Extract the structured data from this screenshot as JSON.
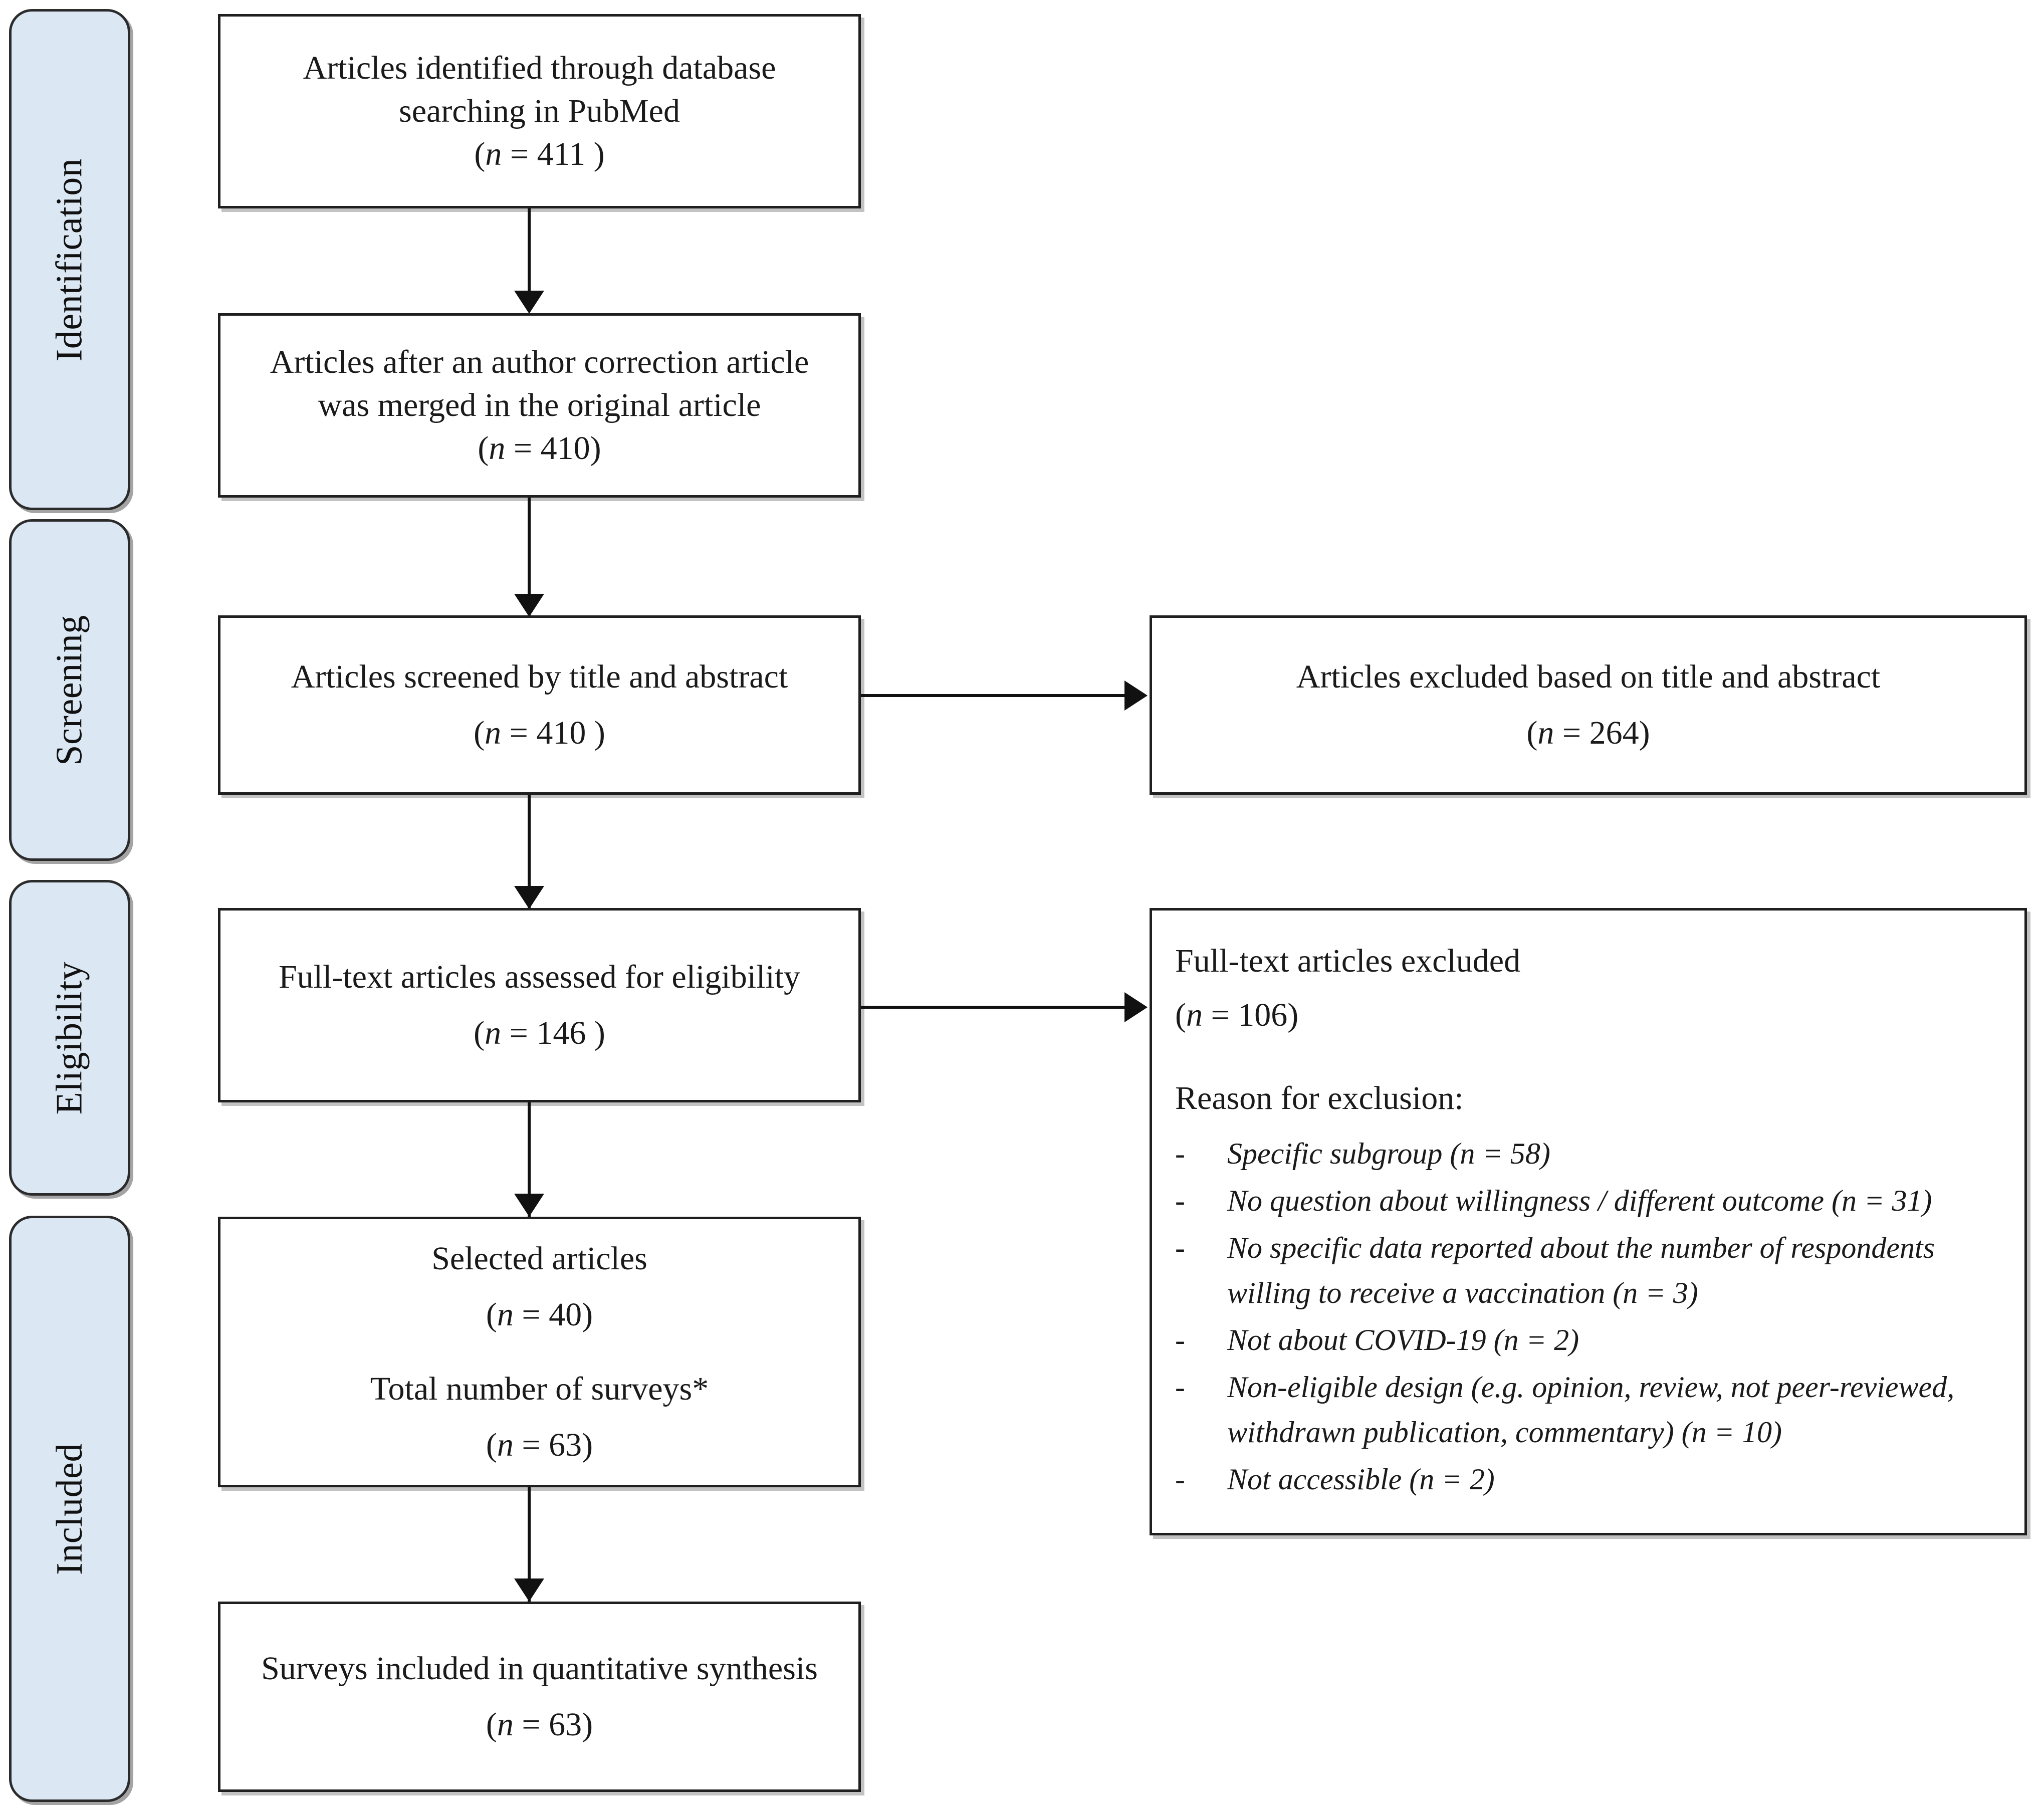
{
  "diagram": {
    "type": "prisma-flow-diagram",
    "stages": [
      {
        "label": "Identification"
      },
      {
        "label": "Screening"
      },
      {
        "label": "Eligibility"
      },
      {
        "label": "Included"
      }
    ],
    "boxes": {
      "identified": {
        "line1": "Articles identified through database",
        "line2": "searching in PubMed",
        "count_prefix": "(",
        "count_italic": "n",
        "count_suffix": " = 411 )"
      },
      "after_merge": {
        "line1": "Articles after an author correction article",
        "line2": "was merged in the original article",
        "count_prefix": "(",
        "count_italic": "n",
        "count_suffix": " = 410)"
      },
      "screened": {
        "line1": "Articles screened by title and abstract",
        "count_prefix": "(",
        "count_italic": "n",
        "count_suffix": " = 410 )"
      },
      "excluded_title_abstract": {
        "line1": "Articles excluded based on title and abstract",
        "count_prefix": "(",
        "count_italic": "n",
        "count_suffix": " = 264)"
      },
      "fulltext_assessed": {
        "line1": "Full-text articles assessed for eligibility",
        "count_prefix": "(",
        "count_italic": "n",
        "count_suffix": " = 146 )"
      },
      "fulltext_excluded": {
        "title": "Full-text articles excluded",
        "count_prefix": "(",
        "count_italic": "n",
        "count_suffix": " = 106)",
        "reasons_heading": "Reason for exclusion:",
        "bullet_marker": "-",
        "reasons": [
          "Specific subgroup (n = 58)",
          "No question about willingness / different outcome (n = 31)",
          "No specific data reported about the number of respondents willing to receive a vaccination (n = 3)",
          "Not about COVID-19 (n = 2)",
          "Non-eligible design (e.g. opinion, review, not peer-reviewed, withdrawn publication, commentary) (n = 10)",
          "Not accessible (n = 2)"
        ]
      },
      "selected": {
        "line1": "Selected articles",
        "count1_prefix": "(",
        "count1_italic": "n",
        "count1_suffix": " = 40)",
        "line2": "Total number of surveys*",
        "count2_prefix": "(",
        "count2_italic": "n",
        "count2_suffix": " = 63)"
      },
      "included_synthesis": {
        "line1": "Surveys included in quantitative synthesis",
        "count_prefix": "(",
        "count_italic": "n",
        "count_suffix": " = 63)"
      }
    },
    "colors": {
      "stage_fill": "#dbe7f3",
      "stage_border": "#2b2b2b",
      "box_border": "#1f1f1f",
      "connector": "#111111",
      "background": "#ffffff"
    }
  }
}
